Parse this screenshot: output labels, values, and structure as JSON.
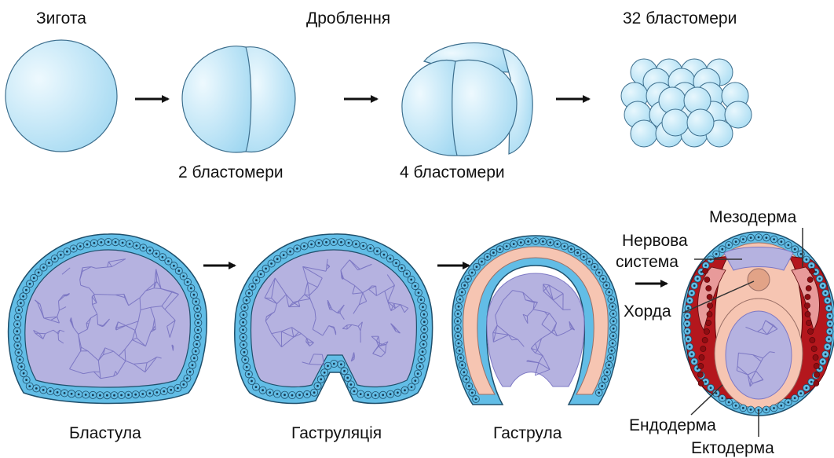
{
  "labels": {
    "zygote": "Зигота",
    "cleavage": "Дроблення",
    "blast32": "32 бластомери",
    "blast2": "2 бластомери",
    "blast4": "4 бластомери",
    "blastula": "Бластула",
    "gastrulation": "Гаструляція",
    "gastrula": "Гаструла",
    "mesoderm": "Мезодерма",
    "nervous1": "Нервова",
    "nervous2": "система",
    "chord": "Хорда",
    "endoderm": "Ендодерма",
    "ectoderm": "Ектодерма"
  },
  "colors": {
    "cell_light": "#d8f0fb",
    "cell_blue": "#a8dcf3",
    "cell_stroke": "#3d6f8e",
    "ecto": "#62bde6",
    "ecto_stroke": "#1f4f6b",
    "inner": "#b5b2e0",
    "inner_stroke": "#7d78c4",
    "endo": "#f6c5b2",
    "endo_stroke": "#9a6f66",
    "meso": "#b4171d",
    "meso_light": "#e89a9a",
    "arrow": "#111111"
  }
}
